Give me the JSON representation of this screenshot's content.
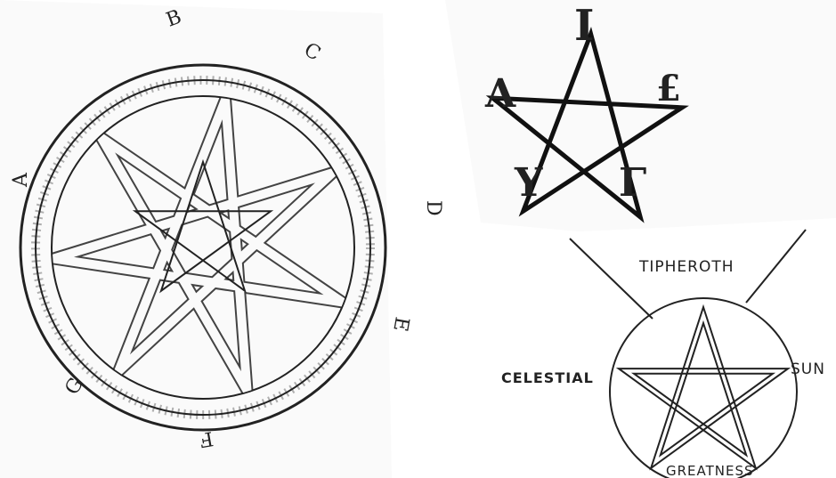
{
  "left_diagram": {
    "outer_letters": [
      "A",
      "B",
      "C",
      "D",
      "E",
      "F",
      "G"
    ]
  },
  "pentagram_top": {
    "letters": {
      "top": "I",
      "left": "A",
      "right": "£",
      "bottom_left": "Y",
      "bottom_right": "Γ"
    }
  },
  "pentagram_bottom": {
    "top_label": "TIPHEROTH",
    "left_label": "CELESTIAL",
    "right_label": "SUN",
    "bottom_label": "GREATNESS"
  },
  "colors": {
    "ink": "#1a1a1a",
    "paper": "#ffffff"
  }
}
